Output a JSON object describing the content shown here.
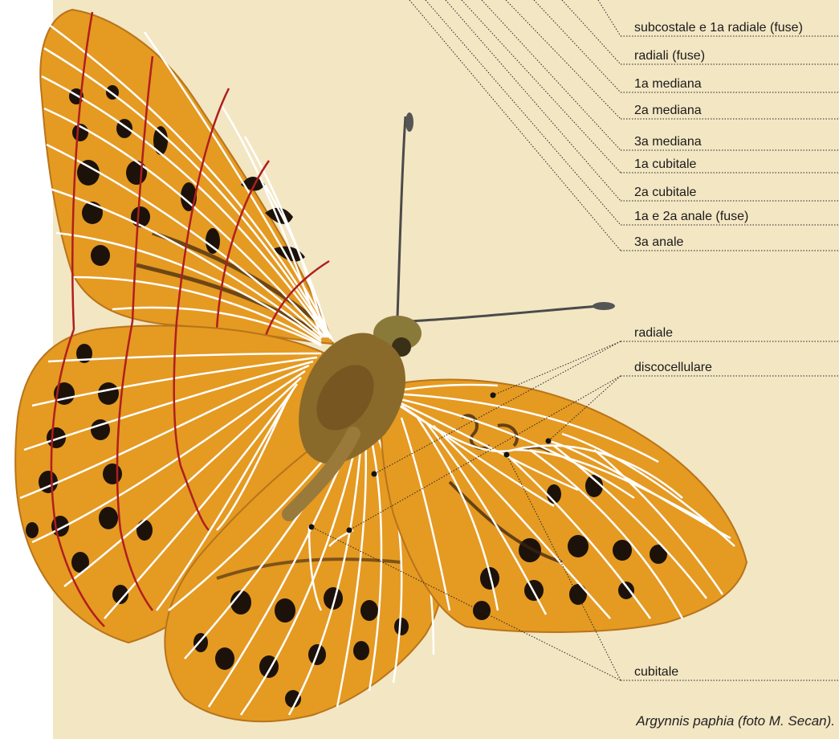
{
  "labels": {
    "subcostale": "subcostale e 1a radiale (fuse)",
    "radiali": "radiali (fuse)",
    "mediana1": "1a mediana",
    "mediana2": "2a mediana",
    "mediana3": "3a mediana",
    "cubitale1": "1a cubitale",
    "cubitale2": "2a cubitale",
    "anale12": "1a e 2a anale (fuse)",
    "anale3": "3a anale",
    "radiale": "radiale",
    "discocellulare": "discocellulare",
    "cubitale": "cubitale"
  },
  "caption": "Argynnis paphia (foto M. Secan).",
  "colors": {
    "background_panel": "#f3e6c3",
    "wing_orange": "#e59a22",
    "wing_dark_orange": "#c97a12",
    "spot": "#1c120a",
    "body": "#8a6a2a",
    "vein_white": "#ffffff",
    "vein_red": "#b01e1e"
  }
}
